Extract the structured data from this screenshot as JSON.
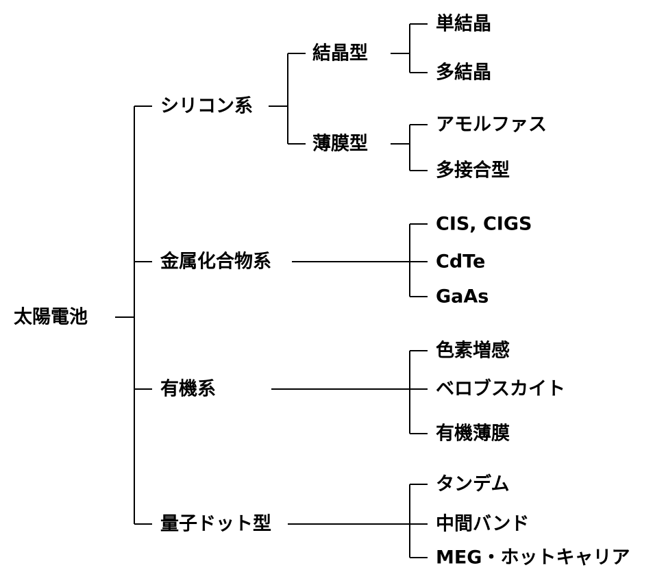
{
  "root": "太陽電池",
  "categories": [
    {
      "label": "シリコン系",
      "groups": [
        {
          "label": "結晶型",
          "items": [
            "単結晶",
            "多結晶"
          ]
        },
        {
          "label": "薄膜型",
          "items": [
            "アモルファス",
            "多接合型"
          ]
        }
      ]
    },
    {
      "label": "金属化合物系",
      "items": [
        "CIS, CIGS",
        "CdTe",
        "GaAs"
      ]
    },
    {
      "label": "有機系",
      "items": [
        "色素増感",
        "ベロブスカイト",
        "有機薄膜"
      ]
    },
    {
      "label": "量子ドット型",
      "items": [
        "タンデム",
        "中間バンド",
        "MEG・ホットキャリア"
      ]
    }
  ]
}
